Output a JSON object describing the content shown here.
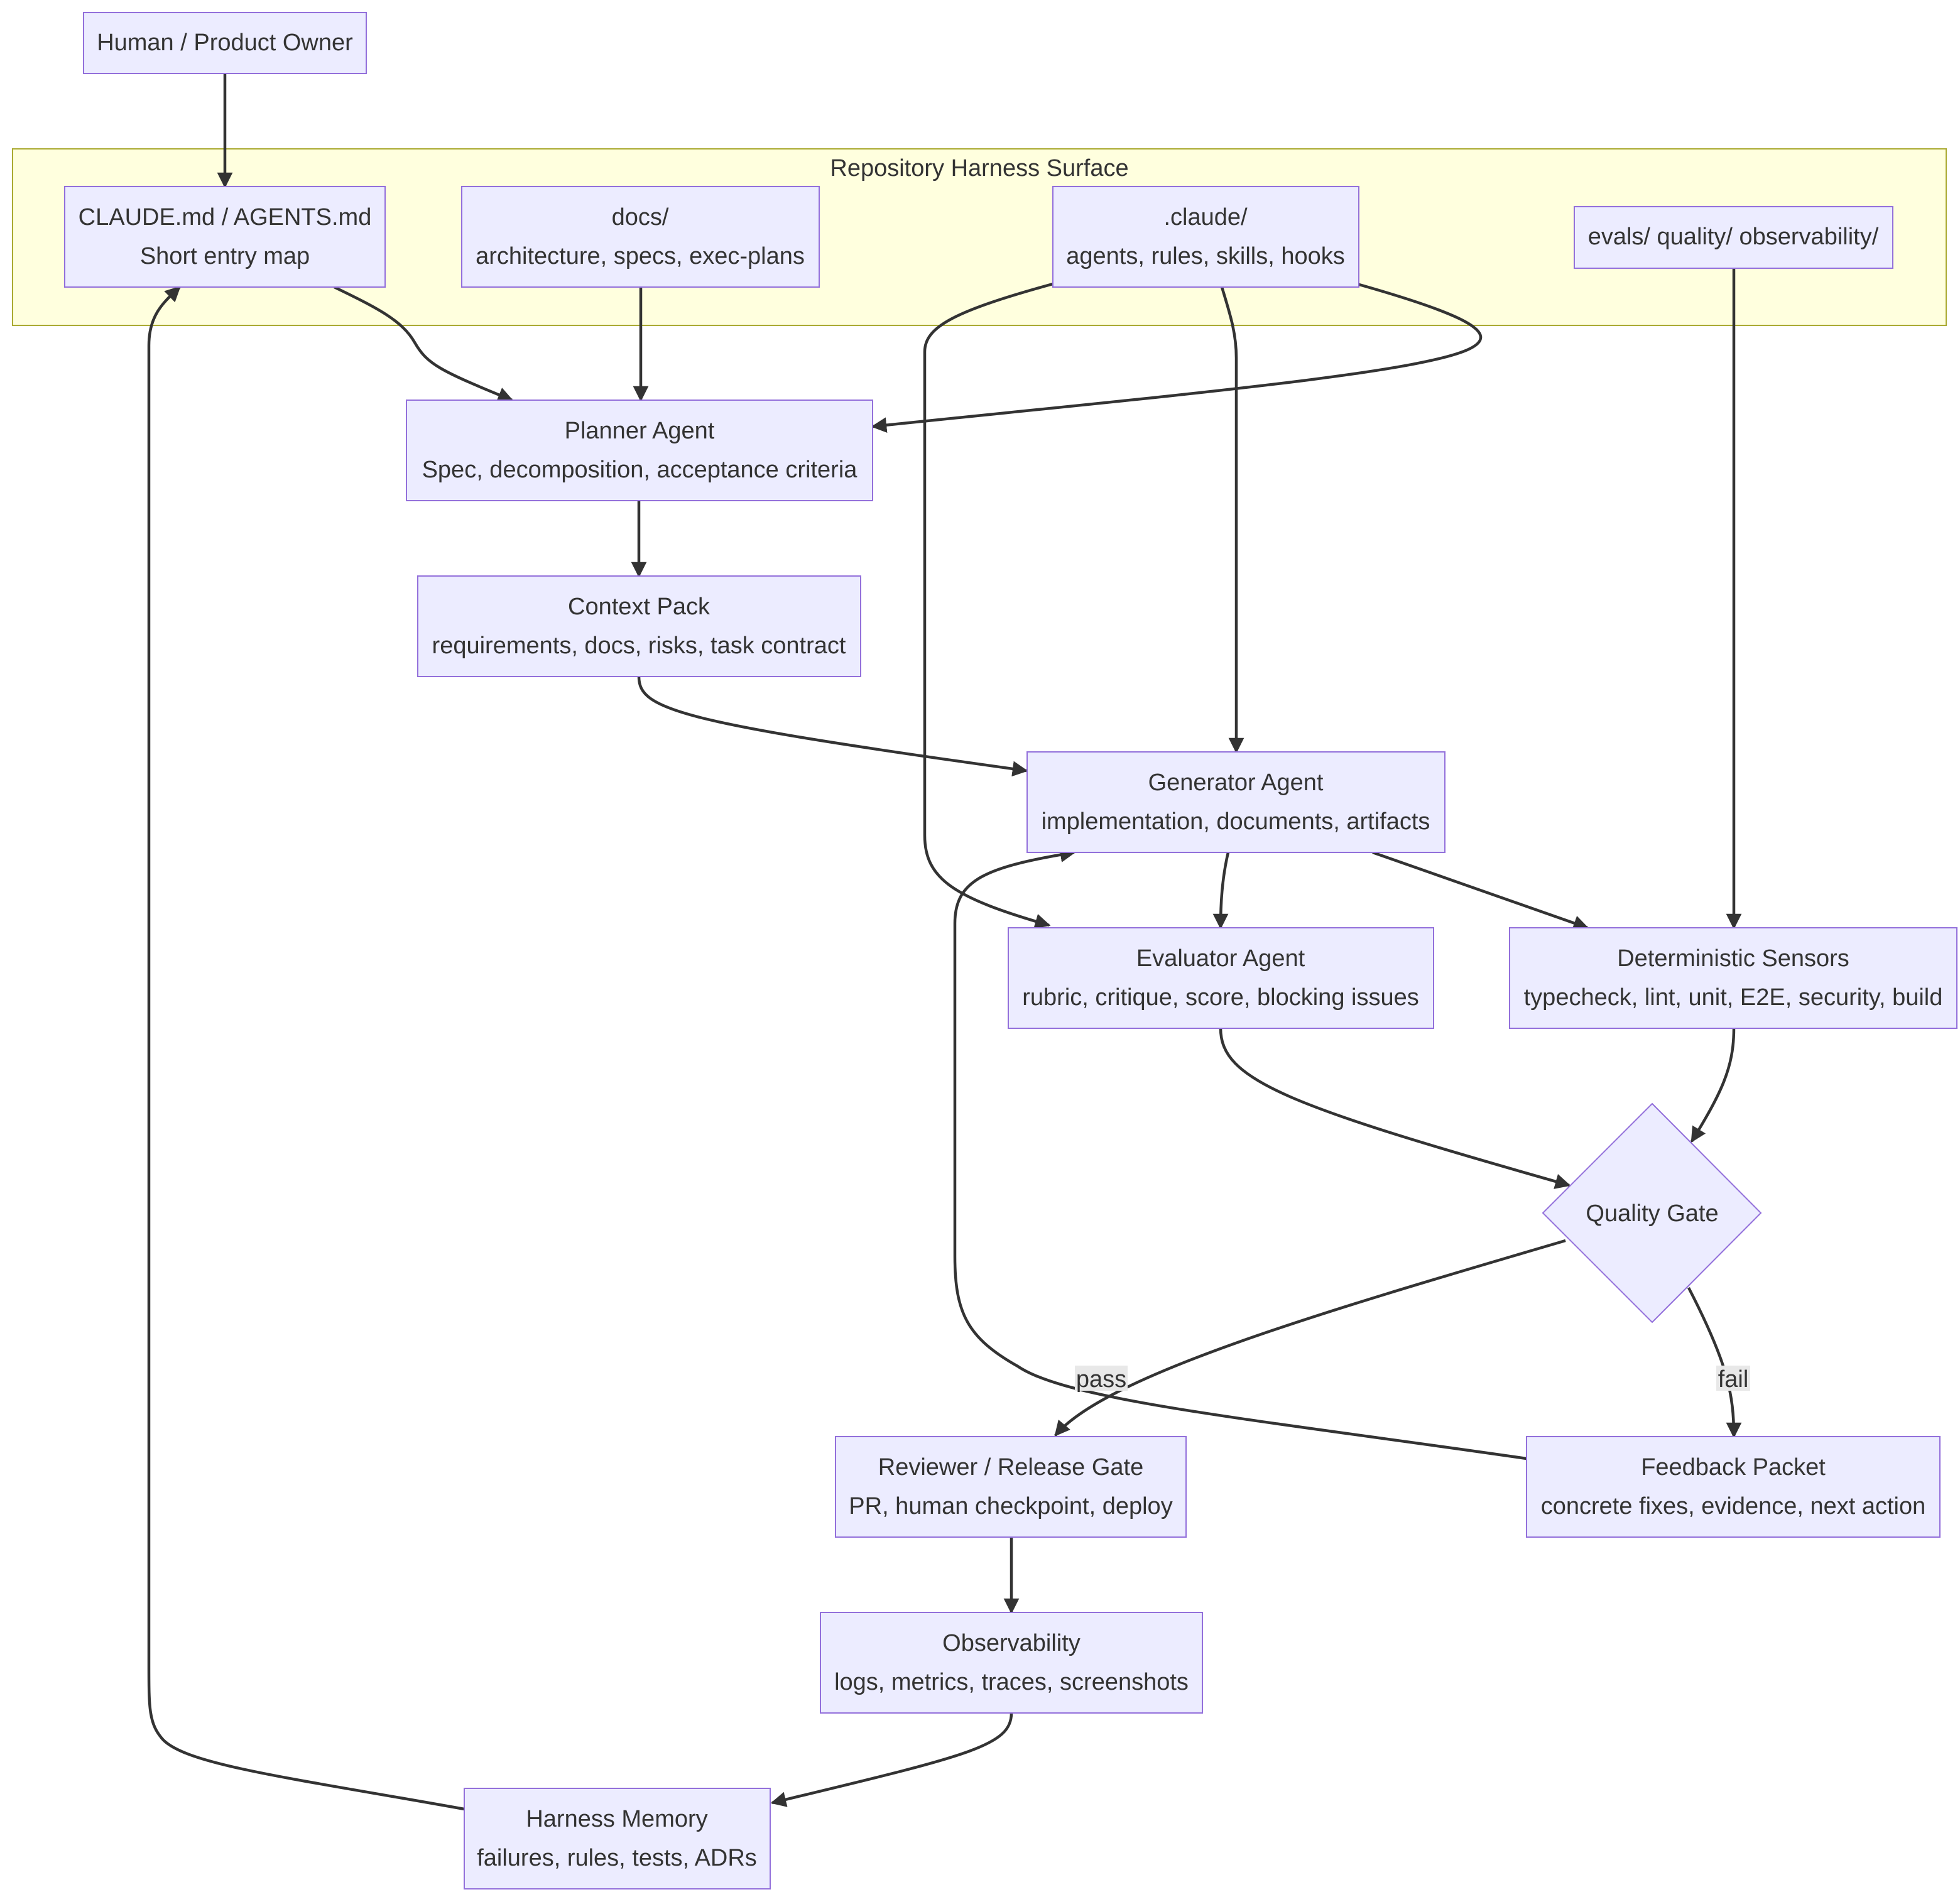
{
  "diagram": {
    "colors": {
      "node_fill": "#ececff",
      "node_stroke": "#9370db",
      "cluster_fill": "#ffffde",
      "cluster_stroke": "#aaaa33",
      "edge": "#333333",
      "text": "#333333",
      "edge_label_bg": "#e8e8e8"
    },
    "cluster": {
      "title": "Repository Harness Surface"
    },
    "nodes": {
      "owner": {
        "lines": [
          "Human / Product Owner"
        ]
      },
      "claude_md": {
        "lines": [
          "CLAUDE.md / AGENTS.md",
          "Short entry map"
        ]
      },
      "docs": {
        "lines": [
          "docs/",
          "architecture, specs, exec-plans"
        ]
      },
      "claude_dir": {
        "lines": [
          ".claude/",
          "agents, rules, skills, hooks"
        ]
      },
      "evals": {
        "lines": [
          "evals/ quality/ observability/"
        ]
      },
      "planner": {
        "lines": [
          "Planner Agent",
          "Spec, decomposition, acceptance criteria"
        ]
      },
      "context": {
        "lines": [
          "Context Pack",
          "requirements, docs, risks, task contract"
        ]
      },
      "generator": {
        "lines": [
          "Generator Agent",
          "implementation, documents, artifacts"
        ]
      },
      "evaluator": {
        "lines": [
          "Evaluator Agent",
          "rubric, critique, score, blocking issues"
        ]
      },
      "sensors": {
        "lines": [
          "Deterministic Sensors",
          "typecheck, lint, unit, E2E, security, build"
        ]
      },
      "gate": {
        "lines": [
          "Quality Gate"
        ]
      },
      "reviewer": {
        "lines": [
          "Reviewer / Release Gate",
          "PR, human checkpoint, deploy"
        ]
      },
      "feedback": {
        "lines": [
          "Feedback Packet",
          "concrete fixes, evidence, next action"
        ]
      },
      "observability": {
        "lines": [
          "Observability",
          "logs, metrics, traces, screenshots"
        ]
      },
      "memory": {
        "lines": [
          "Harness Memory",
          "failures, rules, tests, ADRs"
        ]
      }
    },
    "edges": [
      {
        "from": "owner",
        "to": "claude_md"
      },
      {
        "from": "claude_md",
        "to": "planner"
      },
      {
        "from": "docs",
        "to": "planner"
      },
      {
        "from": "claude_dir",
        "to": "planner"
      },
      {
        "from": "claude_dir",
        "to": "generator"
      },
      {
        "from": "claude_dir",
        "to": "evaluator"
      },
      {
        "from": "evals",
        "to": "sensors"
      },
      {
        "from": "planner",
        "to": "context"
      },
      {
        "from": "context",
        "to": "generator"
      },
      {
        "from": "generator",
        "to": "evaluator"
      },
      {
        "from": "generator",
        "to": "sensors"
      },
      {
        "from": "evaluator",
        "to": "gate"
      },
      {
        "from": "sensors",
        "to": "gate"
      },
      {
        "from": "gate",
        "to": "reviewer",
        "label": "pass"
      },
      {
        "from": "gate",
        "to": "feedback",
        "label": "fail"
      },
      {
        "from": "feedback",
        "to": "generator"
      },
      {
        "from": "reviewer",
        "to": "observability"
      },
      {
        "from": "observability",
        "to": "memory"
      },
      {
        "from": "memory",
        "to": "claude_md"
      }
    ]
  }
}
